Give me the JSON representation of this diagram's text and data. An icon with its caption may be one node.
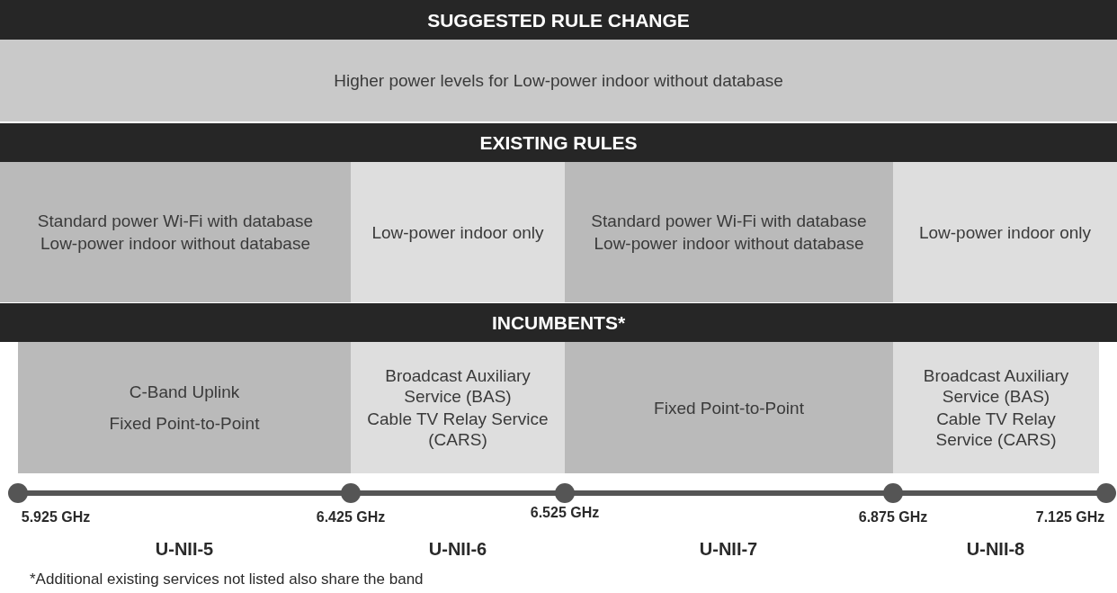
{
  "diagram": {
    "nodes": [
      {
        "text": [
          "SUGGESTED RULE CHANGE"
        ]
      },
      {
        "text": [
          "Higher power levels for Low-power indoor without database"
        ]
      },
      {
        "text": [
          "EXISTING RULES"
        ]
      },
      {
        "text": [
          "Standard power Wi-Fi with database",
          "Low-power indoor without database"
        ]
      },
      {
        "text": [
          "Low-power indoor only"
        ]
      },
      {
        "text": [
          "Standard power Wi-Fi with database",
          "Low-power indoor without database"
        ]
      },
      {
        "text": [
          "Low-power indoor only"
        ]
      },
      {
        "text": [
          "INCUMBENTS*"
        ]
      },
      {
        "text": [
          "C-Band Uplink",
          "Fixed Point-to-Point"
        ]
      },
      {
        "text": [
          "Broadcast Auxiliary Service (BAS)",
          "Cable TV Relay Service (CARS)"
        ]
      },
      {
        "text": [
          "Fixed Point-to-Point"
        ]
      },
      {
        "text": [
          "Broadcast Auxiliary Service (BAS)",
          "Cable TV Relay Service (CARS)"
        ]
      }
    ],
    "labels": [
      "5.925 GHz",
      "6.425 GHz",
      "6.525 GHz",
      "6.875 GHz",
      "7.125 GHz",
      "U-NII-5",
      "U-NII-6",
      "U-NII-7",
      "U-NII-8",
      "*Additional existing services not listed also share the band"
    ]
  }
}
